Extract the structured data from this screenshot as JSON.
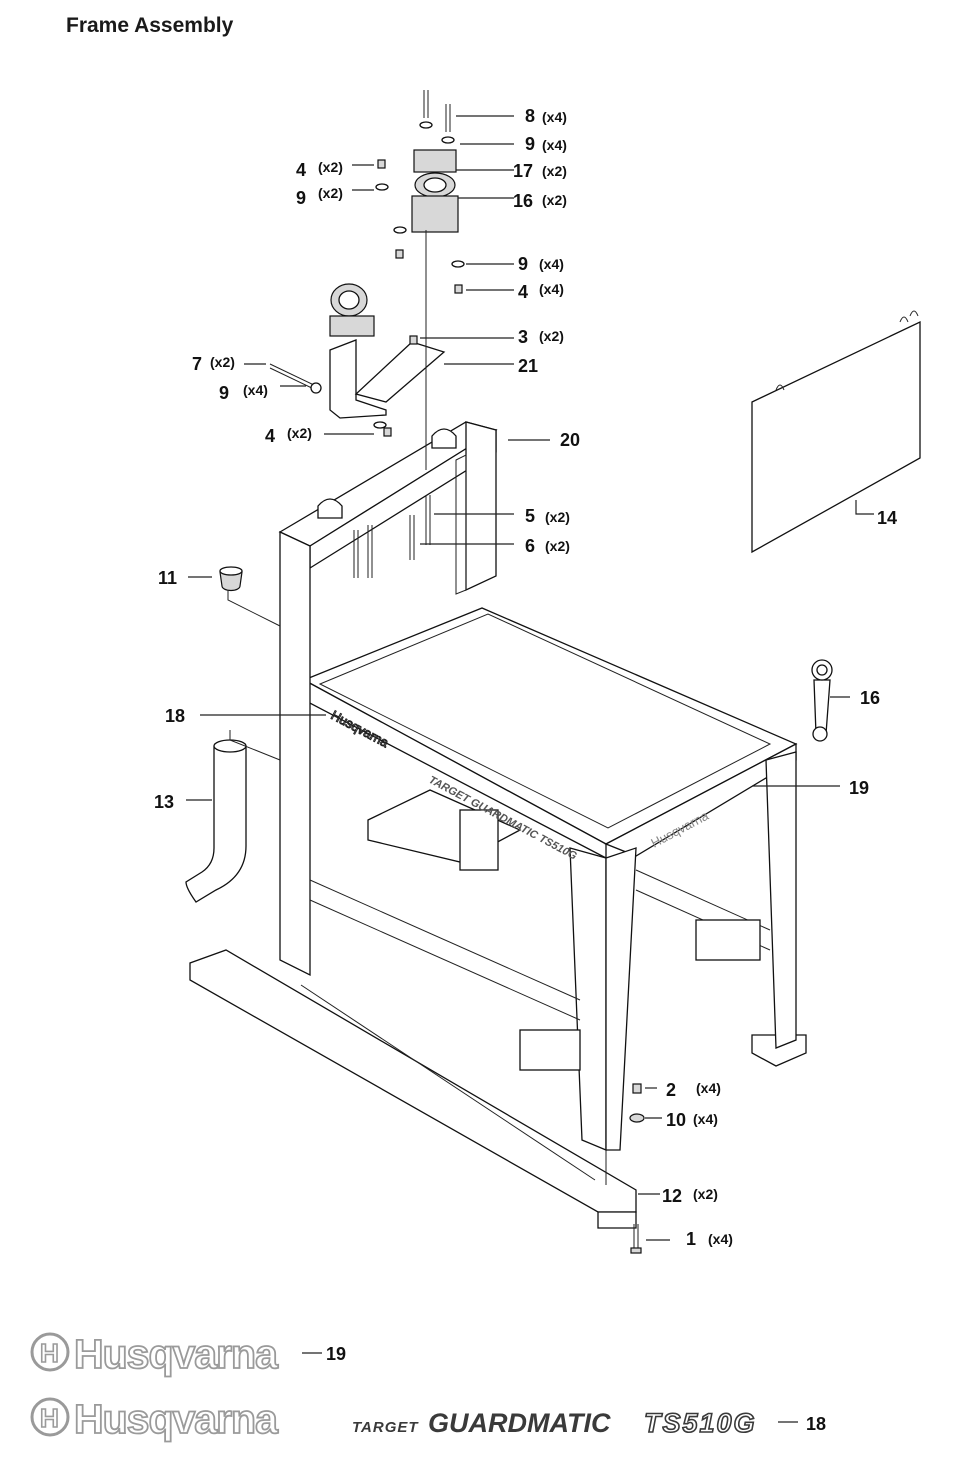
{
  "title": "Frame Assembly",
  "callouts": [
    {
      "id": "c8a",
      "number": "8",
      "qty": "(x4)"
    },
    {
      "id": "c9a",
      "number": "9",
      "qty": "(x4)"
    },
    {
      "id": "c4a",
      "number": "4",
      "qty": "(x2)"
    },
    {
      "id": "c17",
      "number": "17",
      "qty": "(x2)"
    },
    {
      "id": "c9b",
      "number": "9",
      "qty": "(x2)"
    },
    {
      "id": "c16a",
      "number": "16",
      "qty": "(x2)"
    },
    {
      "id": "c9c",
      "number": "9",
      "qty": "(x4)"
    },
    {
      "id": "c4b",
      "number": "4",
      "qty": "(x4)"
    },
    {
      "id": "c3",
      "number": "3",
      "qty": "(x2)"
    },
    {
      "id": "c7",
      "number": "7",
      "qty": "(x2)"
    },
    {
      "id": "c21",
      "number": "21",
      "qty": ""
    },
    {
      "id": "c9d",
      "number": "9",
      "qty": "(x4)"
    },
    {
      "id": "c4c",
      "number": "4",
      "qty": "(x2)"
    },
    {
      "id": "c20",
      "number": "20",
      "qty": ""
    },
    {
      "id": "c14",
      "number": "14",
      "qty": ""
    },
    {
      "id": "c5",
      "number": "5",
      "qty": "(x2)"
    },
    {
      "id": "c6",
      "number": "6",
      "qty": "(x2)"
    },
    {
      "id": "c11",
      "number": "11",
      "qty": ""
    },
    {
      "id": "c16b",
      "number": "16",
      "qty": ""
    },
    {
      "id": "c18",
      "number": "18",
      "qty": ""
    },
    {
      "id": "c19",
      "number": "19",
      "qty": ""
    },
    {
      "id": "c13",
      "number": "13",
      "qty": ""
    },
    {
      "id": "c2",
      "number": "2",
      "qty": "(x4)"
    },
    {
      "id": "c10",
      "number": "10",
      "qty": "(x4)"
    },
    {
      "id": "c12",
      "number": "12",
      "qty": "(x2)"
    },
    {
      "id": "c1",
      "number": "1",
      "qty": "(x4)"
    }
  ],
  "decals": {
    "brand_text": "Husqvarna",
    "brand_callout": "19",
    "product_prefix": "TARGET",
    "product_name": "GUARDMATIC",
    "product_model": "TS510G",
    "product_callout": "18"
  }
}
